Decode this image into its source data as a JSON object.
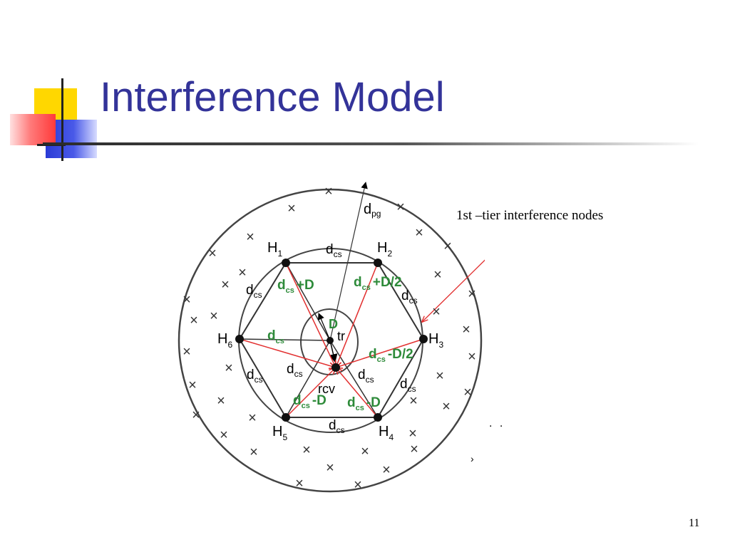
{
  "title": "Interference Model",
  "callout": "1st –tier interference nodes",
  "slide_number": "11",
  "stray_dots": ". .",
  "stray_mark": "›",
  "nodes": {
    "H1": {
      "base": "H",
      "sub": "1"
    },
    "H2": {
      "base": "H",
      "sub": "2"
    },
    "H3": {
      "base": "H",
      "sub": "3"
    },
    "H4": {
      "base": "H",
      "sub": "4"
    },
    "H5": {
      "base": "H",
      "sub": "5"
    },
    "H6": {
      "base": "H",
      "sub": "6"
    },
    "tr": "tr",
    "rcv": "rcv"
  },
  "labels": {
    "dpg": {
      "base": "d",
      "sub": "pg"
    },
    "dcs": {
      "base": "d",
      "sub": "cs"
    },
    "D": "D",
    "plus_D": "+D",
    "plus_D2": "+D/2",
    "minus_D2": "-D/2",
    "minus_D": "-D"
  },
  "colors": {
    "title": "#333399",
    "accent_green": "#2e8b3a",
    "red_line": "#e23030",
    "yellow_square": "#ffd700",
    "blue_square": "#2a3bd6",
    "red_square": "#ff5a5a"
  }
}
